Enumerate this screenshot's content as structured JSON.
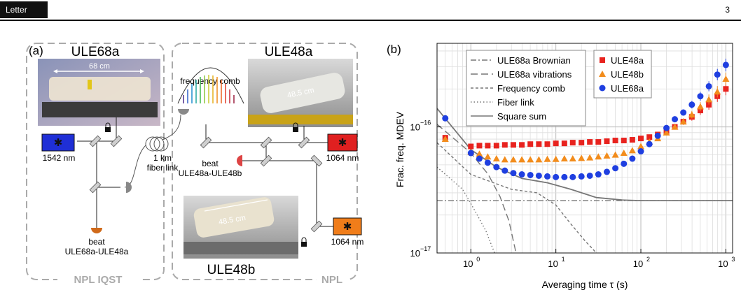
{
  "header": {
    "section": "Letter",
    "page_number": "3"
  },
  "panel_a": {
    "label": "(a)",
    "left_box_footer": "NPL IQST",
    "right_box_footer": "NPL",
    "ule68a_title": "ULE68a",
    "ule68a_length": "68 cm",
    "ule48a_title": "ULE48a",
    "ule48a_length": "48.5 cm",
    "ule48b_title": "ULE48b",
    "ule48b_length": "48.5 cm",
    "comb_label": "frequency comb",
    "laser_left": "1542 nm",
    "laser_right_top": "1064 nm",
    "laser_right_bottom": "1064 nm",
    "fiber_link_line1": "1 km",
    "fiber_link_line2": "fiber link",
    "beat_right_line1": "beat",
    "beat_right_line2": "ULE48a-ULE48b",
    "beat_left_line1": "beat",
    "beat_left_line2": "ULE68a-ULE48a",
    "colors": {
      "laser_blue": "#1f2fd6",
      "laser_red": "#e02020",
      "laser_orange": "#f07d1a"
    }
  },
  "panel_b": {
    "label": "(b)",
    "chart_data": {
      "type": "scatter",
      "xscale": "log",
      "yscale": "log",
      "xlim": [
        0.4,
        1200
      ],
      "ylim": [
        1e-17,
        4.6e-16
      ],
      "xlabel": "Averaging time τ (s)",
      "ylabel": "Frac. freq. MDEV",
      "xtick_labels": [
        {
          "v": 1,
          "base": "10",
          "exp": "0"
        },
        {
          "v": 10,
          "base": "10",
          "exp": "1"
        },
        {
          "v": 100,
          "base": "10",
          "exp": "2"
        },
        {
          "v": 1000,
          "base": "10",
          "exp": "3"
        }
      ],
      "ytick_labels": [
        {
          "v": 1e-17,
          "base": "10",
          "exp": "−17"
        },
        {
          "v": 1e-16,
          "base": "10",
          "exp": "−16"
        }
      ],
      "grid": true,
      "legend_lines": [
        {
          "name": "ULE68a Brownian",
          "style": "dashdot"
        },
        {
          "name": "ULE68a vibrations",
          "style": "longdash"
        },
        {
          "name": "Frequency comb",
          "style": "dash"
        },
        {
          "name": "Fiber link",
          "style": "dot"
        },
        {
          "name": "Square sum",
          "style": "solid"
        }
      ],
      "legend_points": [
        {
          "name": "ULE48a",
          "marker": "square",
          "color": "#e8231f"
        },
        {
          "name": "ULE48b",
          "marker": "triangle",
          "color": "#f28c1c"
        },
        {
          "name": "ULE68a",
          "marker": "circle",
          "color": "#1f3fe0"
        }
      ],
      "series": [
        {
          "name": "ULE48a",
          "x": [
            0.5,
            1,
            1.26,
            1.58,
            2,
            2.51,
            3.16,
            3.98,
            5.01,
            6.31,
            7.94,
            10,
            12.6,
            15.8,
            20,
            25.1,
            31.6,
            39.8,
            50.1,
            63.1,
            79.4,
            100,
            126,
            158,
            200,
            251,
            316,
            398,
            501,
            631,
            794,
            1000
          ],
          "y": [
            8.2e-17,
            7e-17,
            7.1e-17,
            7.1e-17,
            7.1e-17,
            7.2e-17,
            7.2e-17,
            7.2e-17,
            7.3e-17,
            7.3e-17,
            7.3e-17,
            7.4e-17,
            7.4e-17,
            7.5e-17,
            7.5e-17,
            7.6e-17,
            7.6e-17,
            7.7e-17,
            7.8e-17,
            7.8e-17,
            7.9e-17,
            8.1e-17,
            8.3e-17,
            8.7e-17,
            9.2e-17,
            1e-16,
            1.1e-16,
            1.2e-16,
            1.35e-16,
            1.5e-16,
            1.75e-16,
            2e-16
          ]
        },
        {
          "name": "ULE48b",
          "x": [
            0.5,
            1,
            1.26,
            1.58,
            2,
            2.51,
            3.16,
            3.98,
            5.01,
            6.31,
            7.94,
            10,
            12.6,
            15.8,
            20,
            25.1,
            31.6,
            39.8,
            50.1,
            63.1,
            79.4,
            100,
            126,
            158,
            200,
            251,
            316,
            398,
            501,
            631,
            794,
            1000
          ],
          "y": [
            8e-17,
            6.3e-17,
            6.1e-17,
            5.8e-17,
            5.6e-17,
            5.5e-17,
            5.5e-17,
            5.5e-17,
            5.5e-17,
            5.5e-17,
            5.55e-17,
            5.55e-17,
            5.6e-17,
            5.6e-17,
            5.65e-17,
            5.7e-17,
            5.8e-17,
            5.9e-17,
            6e-17,
            6.2e-17,
            6.5e-17,
            7e-17,
            7.6e-17,
            8.1e-17,
            9e-17,
            1e-16,
            1.1e-16,
            1.25e-16,
            1.45e-16,
            1.65e-16,
            1.9e-16,
            2.4e-16
          ]
        },
        {
          "name": "ULE68a",
          "x": [
            0.5,
            1,
            1.26,
            1.58,
            2,
            2.51,
            3.16,
            3.98,
            5.01,
            6.31,
            7.94,
            10,
            12.6,
            15.8,
            20,
            25.1,
            31.6,
            39.8,
            50.1,
            63.1,
            79.4,
            100,
            126,
            158,
            200,
            251,
            316,
            398,
            501,
            631,
            794,
            1000
          ],
          "y": [
            1.17e-16,
            6.2e-17,
            5.6e-17,
            5.2e-17,
            4.8e-17,
            4.5e-17,
            4.3e-17,
            4.2e-17,
            4.15e-17,
            4.1e-17,
            4.05e-17,
            4e-17,
            4e-17,
            4e-17,
            4.05e-17,
            4.1e-17,
            4.2e-17,
            4.4e-17,
            4.7e-17,
            5.1e-17,
            5.6e-17,
            6.4e-17,
            7.3e-17,
            8.5e-17,
            9.8e-17,
            1.15e-16,
            1.3e-16,
            1.5e-16,
            1.75e-16,
            2.1e-16,
            2.6e-16,
            3.1e-16
          ]
        }
      ]
    }
  }
}
